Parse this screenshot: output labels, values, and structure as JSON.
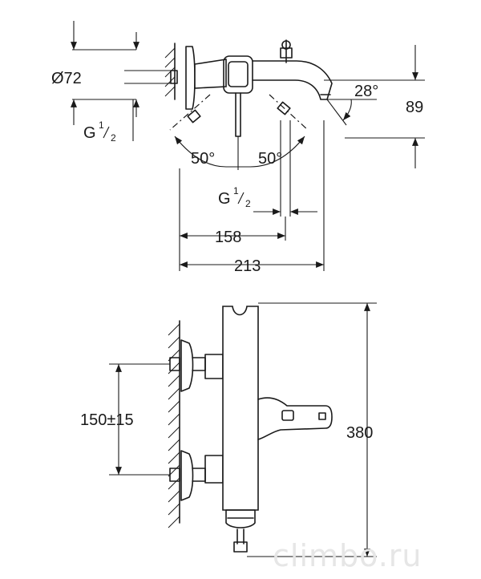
{
  "top_view": {
    "dimensions": {
      "diameter": "Ø72",
      "thread_left": {
        "main": "G",
        "num": "1",
        "den": "2"
      },
      "thread_bottom": {
        "main": "G",
        "num": "1",
        "den": "2"
      },
      "angle_left": "50°",
      "angle_right": "50°",
      "angle_spout": "28°",
      "height": "89",
      "depth_short": "158",
      "depth_total": "213"
    }
  },
  "front_view": {
    "dimensions": {
      "spacing": "150±15",
      "length": "380"
    }
  },
  "watermark": "climbo.ru"
}
